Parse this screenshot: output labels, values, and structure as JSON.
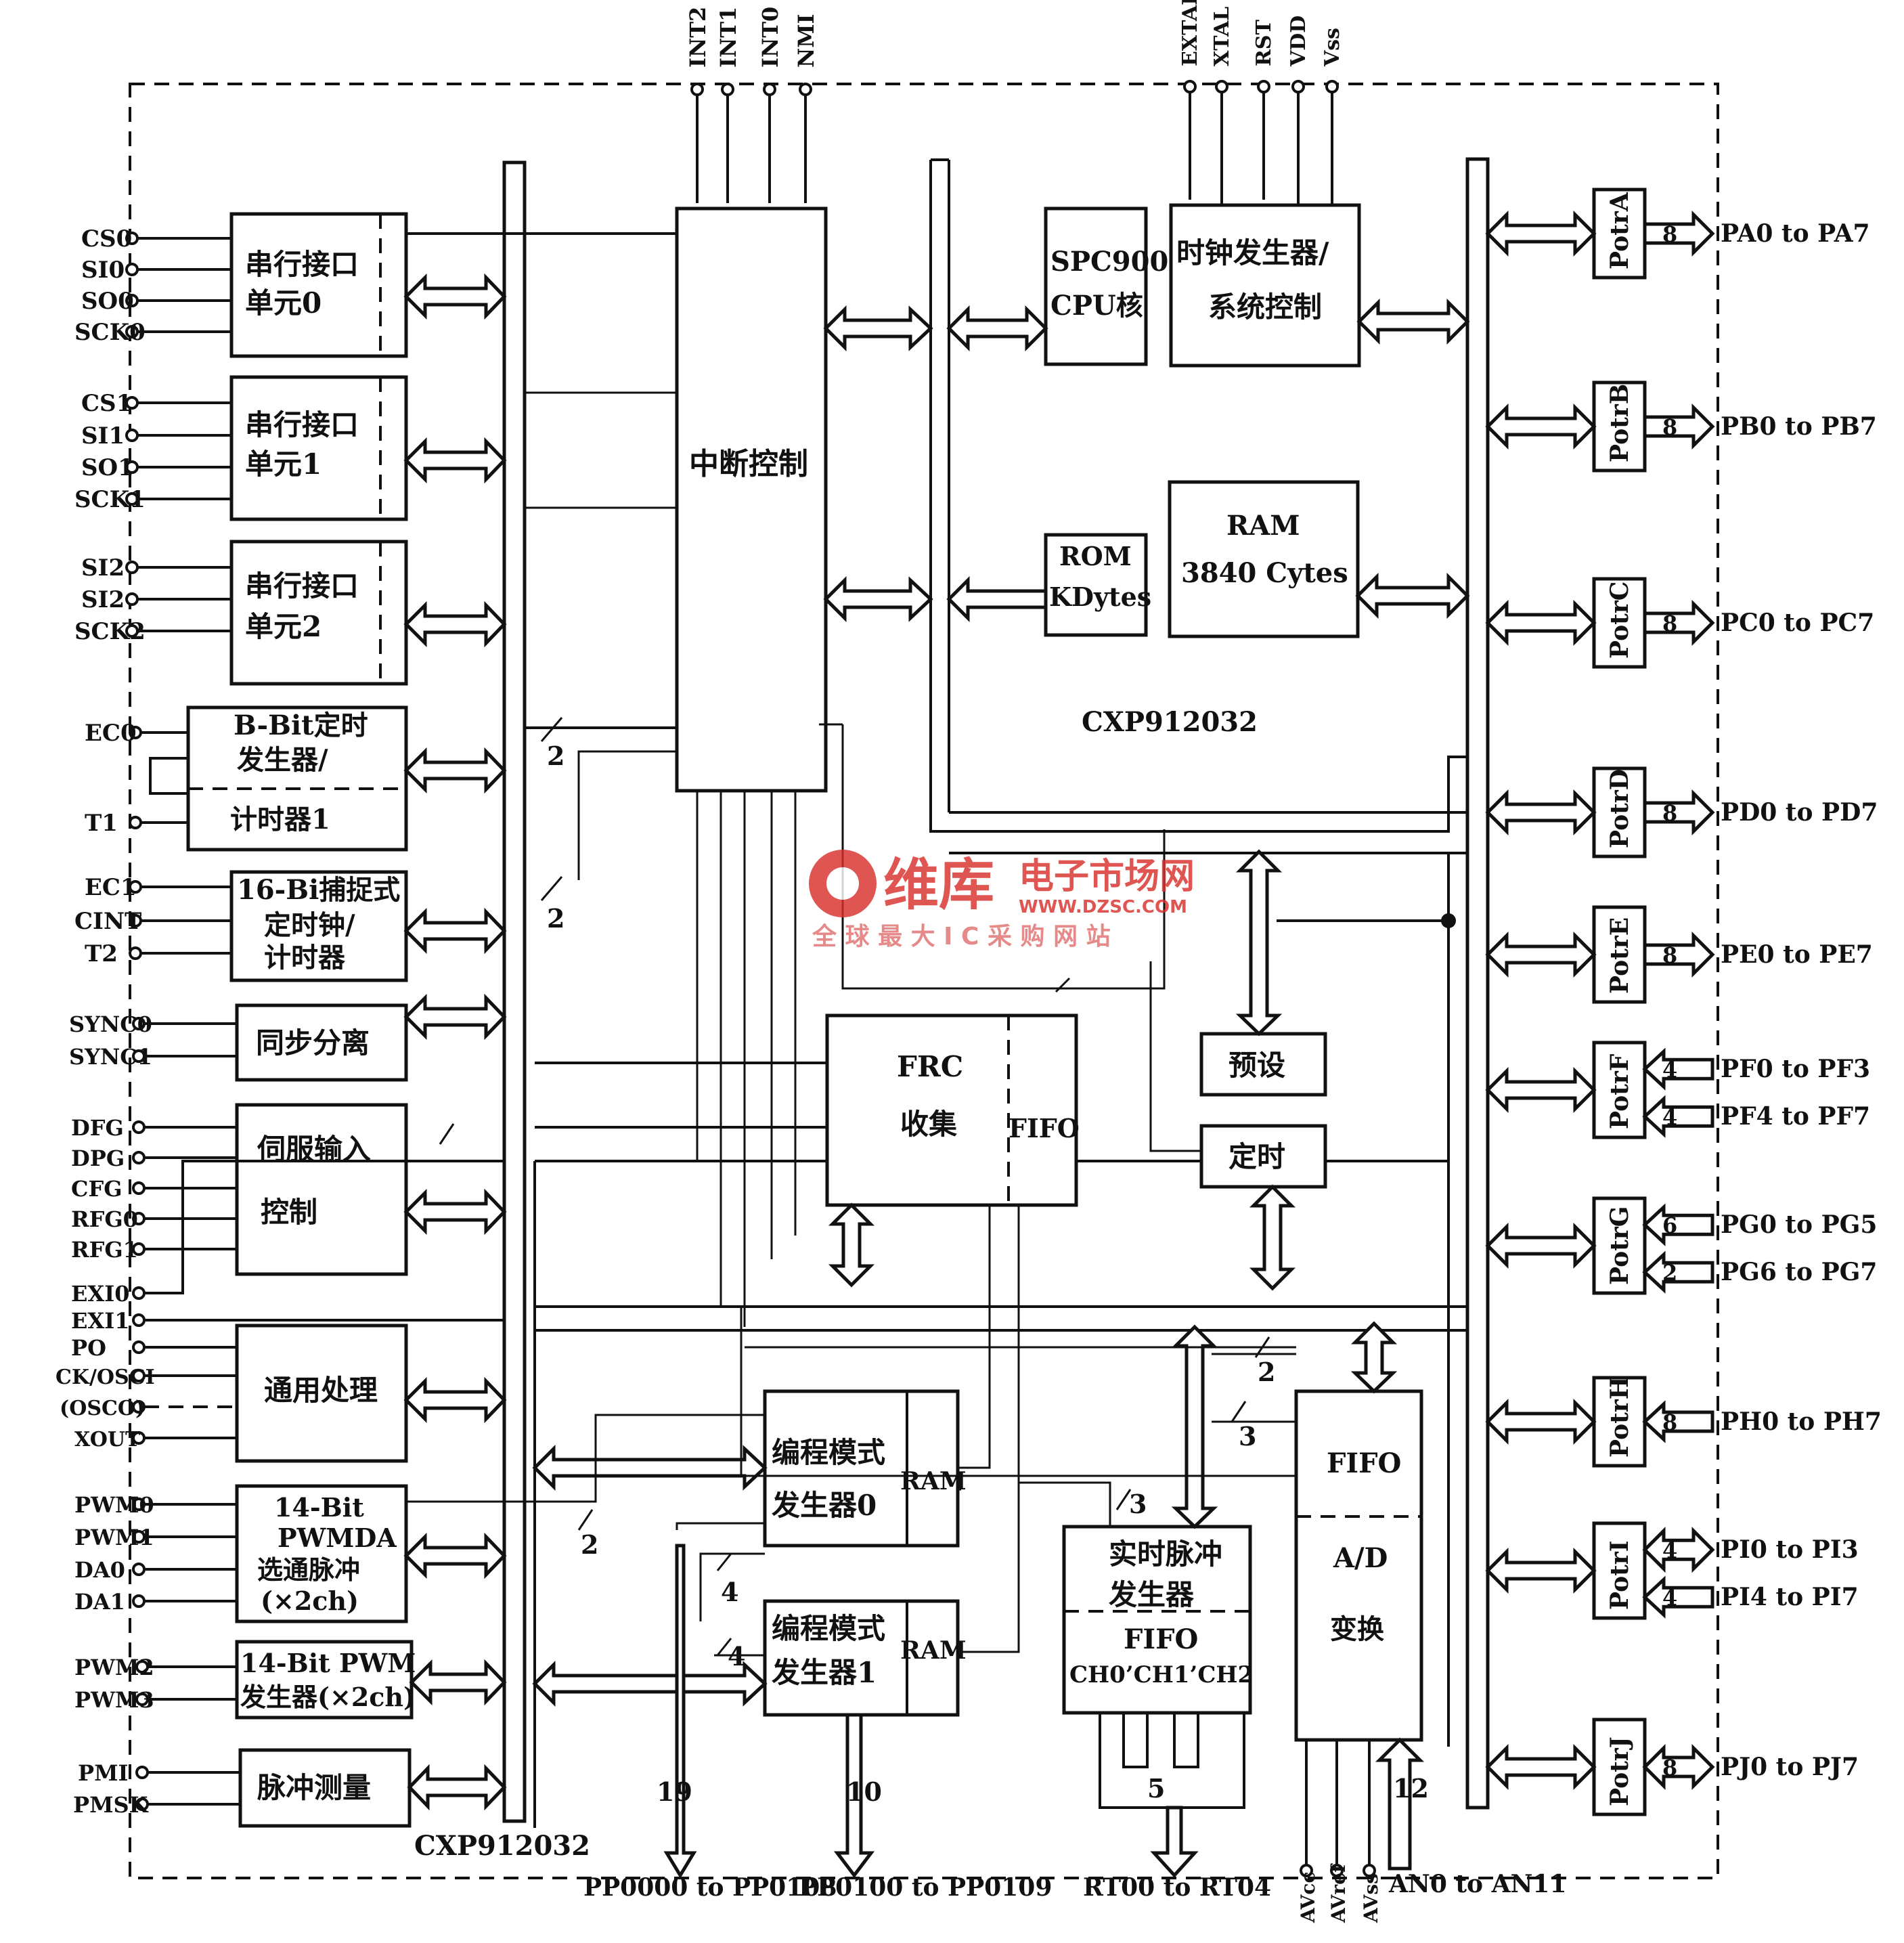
{
  "top_pins": {
    "int_pins": [
      "INT2",
      "INT1",
      "INT0",
      "NMI"
    ],
    "clock_pins": [
      "EXTAL",
      "XTAL",
      "RST",
      "VDD",
      "Vss"
    ]
  },
  "left_pins": {
    "sio0": [
      "CS0",
      "SI0",
      "SO0",
      "SCK0"
    ],
    "sio1": [
      "CS1",
      "SI1",
      "SO1",
      "SCK1"
    ],
    "sio2": [
      "SI2",
      "SI2",
      "SCK2"
    ],
    "timer1": [
      "EC0",
      "T1"
    ],
    "timer2": [
      "EC1",
      "CINT",
      "T2"
    ],
    "sync": [
      "SYNC0",
      "SYNC1"
    ],
    "servo": [
      "DFG",
      "DPG",
      "CFG",
      "RFG0",
      "RFG1"
    ],
    "ext": [
      "EXI0",
      "EXI1",
      "PO"
    ],
    "general": [
      "CK/OSCI",
      "(OSCO)",
      "XOUT"
    ],
    "pwmda": [
      "PWM0",
      "PWM1",
      "DA0",
      "DA1"
    ],
    "pwm": [
      "PWM2",
      "PWM3"
    ],
    "measure": [
      "PMI",
      "PMSK"
    ]
  },
  "blocks": {
    "sio0": [
      "串行接口",
      "单元0"
    ],
    "sio1": [
      "串行接口",
      "单元1"
    ],
    "sio2": [
      "串行接口",
      "单元2"
    ],
    "timer8": [
      "B-Bit定时",
      "发生器/",
      "计时器1"
    ],
    "capture16": [
      "16-Bi捕捉式",
      "定时钟/",
      "计时器"
    ],
    "sync_sep": "同步分离",
    "servo": [
      "伺服输入",
      "控制"
    ],
    "general": "通用处理",
    "pwmda": [
      "14-Bit",
      "PWMDA",
      "选通脉冲",
      "(×2ch)"
    ],
    "pwmgen": [
      "14-Bit PWM",
      "发生器(×2ch)"
    ],
    "pulse_measure": "脉冲测量",
    "interrupt": "中断控制",
    "cpu": [
      "SPC900",
      "CPU核"
    ],
    "clock": [
      "时钟发生器/",
      "系统控制"
    ],
    "rom": [
      "ROM",
      "KDytes"
    ],
    "ram": [
      "RAM",
      "3840 Cytes"
    ],
    "frc": [
      "FRC",
      "收集",
      "FIFO"
    ],
    "preset": "预设",
    "timing": "定时",
    "pg0": [
      "编程模式",
      "发生器0",
      "RAM"
    ],
    "pg1": [
      "编程模式",
      "发生器1",
      "RAM"
    ],
    "rtpg": [
      "实时脉冲",
      "发生器",
      "FIFO",
      "CH0’CH1’CH2"
    ],
    "adc": [
      "FIFO",
      "A/D",
      "变换"
    ]
  },
  "chip_names": [
    "CXP912032",
    "CXP912032"
  ],
  "ports": [
    {
      "name": "PotrA",
      "width": [
        "8"
      ],
      "pins": [
        "PA0 to PA7"
      ]
    },
    {
      "name": "PotrB",
      "width": [
        "8"
      ],
      "pins": [
        "PB0 to PB7"
      ]
    },
    {
      "name": "PotrC",
      "width": [
        "8"
      ],
      "pins": [
        "PC0 to PC7"
      ]
    },
    {
      "name": "PotrD",
      "width": [
        "8"
      ],
      "pins": [
        "PD0 to PD7"
      ]
    },
    {
      "name": "PotrE",
      "width": [
        "8"
      ],
      "pins": [
        "PE0 to PE7"
      ]
    },
    {
      "name": "PotrF",
      "width": [
        "4",
        "4"
      ],
      "pins": [
        "PF0 to PF3",
        "PF4 to PF7"
      ]
    },
    {
      "name": "PotrG",
      "width": [
        "6",
        "2"
      ],
      "pins": [
        "PG0 to PG5",
        "PG6 to PG7"
      ]
    },
    {
      "name": "PotrH",
      "width": [
        "8"
      ],
      "pins": [
        "PH0 to PH7"
      ]
    },
    {
      "name": "PotrI",
      "width": [
        "4",
        "4"
      ],
      "pins": [
        "PI0 to PI3",
        "PI4 to PI7"
      ]
    },
    {
      "name": "PotrJ",
      "width": [
        "8"
      ],
      "pins": [
        "PJ0 to PJ7"
      ]
    }
  ],
  "bus_widths": {
    "t1": "2",
    "t2": "2",
    "pwm": "2",
    "pg0": "4",
    "pg1": "4",
    "rt_a": "2",
    "rt_b": "3",
    "rt_c": "3",
    "rt_out": "5",
    "pp0": "19",
    "pp1": "10",
    "an": "12"
  },
  "bottom_pins": {
    "pp0": "PP0000 to PP0108",
    "pp1": "PP0100 to PP0109",
    "rt": "RT00 to RT04",
    "av": [
      "AVcc",
      "AVref",
      "AVss"
    ],
    "an": "AN0 to AN11"
  },
  "watermark": {
    "brand": "维库",
    "title": "电子市场网",
    "url": "WWW.DZSC.COM",
    "slogan": "全 球 最 大 I C 采 购 网 站",
    "color": "#d9302c"
  }
}
